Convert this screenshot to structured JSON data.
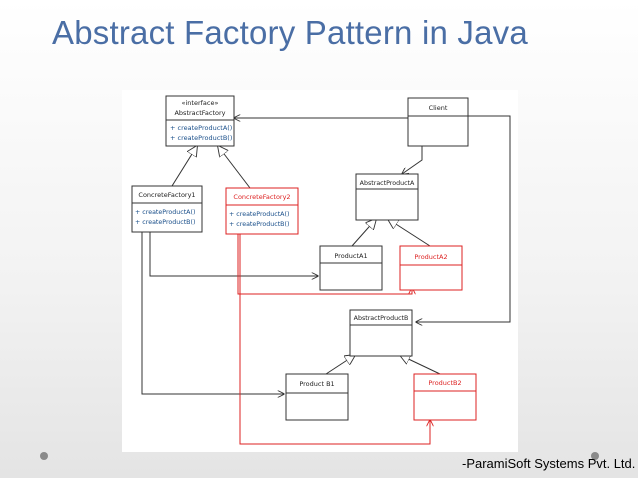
{
  "slide": {
    "title": "Abstract Factory Pattern in Java",
    "footer": "-ParamiSoft Systems Pvt. Ltd."
  },
  "diagram": {
    "abstract_factory": {
      "stereotype": "«interface»",
      "name": "AbstractFactory",
      "ops": [
        "+ createProductA()",
        "+ createProductB()"
      ]
    },
    "concrete_factory1": {
      "name": "ConcreteFactory1",
      "ops": [
        "+ createProductA()",
        "+ createProductB()"
      ]
    },
    "concrete_factory2": {
      "name": "ConcreteFactory2",
      "ops": [
        "+ createProductA()",
        "+ createProductB()"
      ]
    },
    "client": {
      "name": "Client"
    },
    "abstract_product_a": {
      "name": "AbstractProductA"
    },
    "product_a1": {
      "name": "ProductA1"
    },
    "product_a2": {
      "name": "ProductA2"
    },
    "abstract_product_b": {
      "name": "AbstractProductB"
    },
    "product_b1": {
      "name": "Product B1"
    },
    "product_b2": {
      "name": "ProductB2"
    },
    "colors": {
      "title": "#4a6ea5",
      "highlight": "#dd2222",
      "line": "#333333"
    }
  }
}
